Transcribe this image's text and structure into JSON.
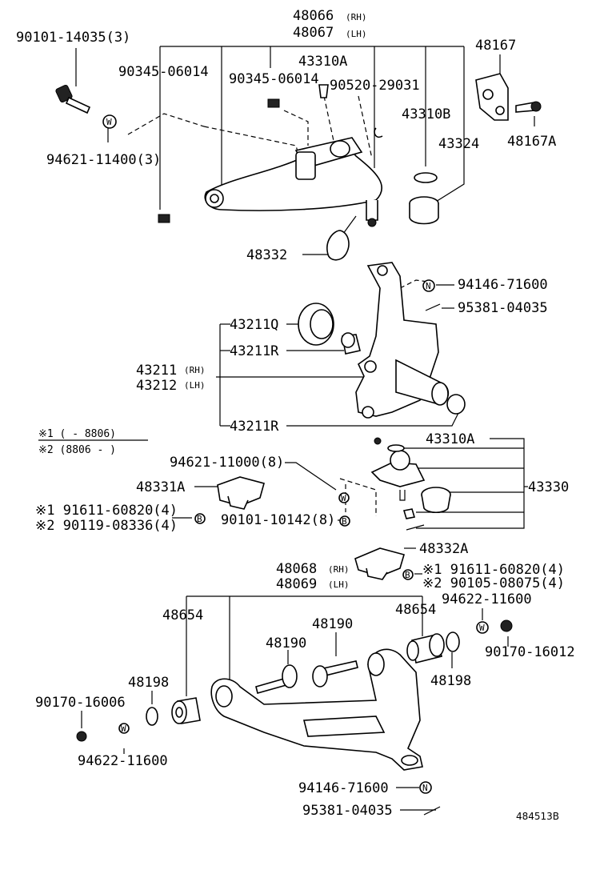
{
  "labels": {
    "p48066": "48066",
    "rh1": "(RH)",
    "p48067": "48067",
    "lh1": "(LH)",
    "p90101a": "90101-14035(3)",
    "p90345a": "90345-06014",
    "p90345b": "90345-06014",
    "p43310a_top": "43310A",
    "p90520": "90520-29031",
    "p43310b": "43310B",
    "p43324": "43324",
    "p48167": "48167",
    "p48167a": "48167A",
    "p94621a": "94621-11400(3)",
    "p48332": "48332",
    "p94146a": "94146-71600",
    "p95381a": "95381-04035",
    "p43211q": "43211Q",
    "p43211r_a": "43211R",
    "p43211": "43211",
    "rh2": "(RH)",
    "p43212": "43212",
    "lh2": "(LH)",
    "p43211r_b": "43211R",
    "note1": "※1 (     - 8806)",
    "note2": "※2 (8806 -     )",
    "p43310a_mid": "43310A",
    "p94621b": "94621-11000(8)",
    "p48331a": "48331A",
    "p91611a": "※1 91611-60820(4)",
    "p90119": "※2 90119-08336(4)",
    "p90101b": "90101-10142(8)",
    "p43330": "43330",
    "p48332a": "48332A",
    "p91611b": "※1 91611-60820(4)",
    "p90105": "※2 90105-08075(4)",
    "p48068": "48068",
    "rh3": "(RH)",
    "p48069": "48069",
    "lh3": "(LH)",
    "p94622a": "94622-11600",
    "p48654a": "48654",
    "p48190a": "48190",
    "p48190b": "48190",
    "p48654b": "48654",
    "p90170a": "90170-16012",
    "p48198a": "48198",
    "p48198b": "48198",
    "p90170b": "90170-16006",
    "p94622b": "94622-11600",
    "p94146b": "94146-71600",
    "p95381b": "95381-04035",
    "ref": "484513B"
  }
}
